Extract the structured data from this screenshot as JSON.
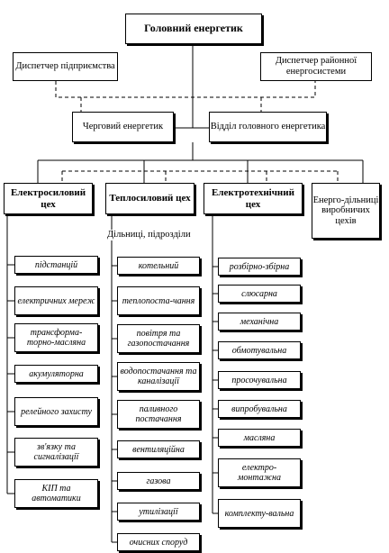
{
  "chief": "Головний енергетик",
  "dispatcher_enterprise": "Диспетчер підприємства",
  "dispatcher_grid": "Диспетчер районної енергосистеми",
  "duty": "Черговий енергетик",
  "department": "Відділ головного енергетика",
  "divisions_label": "Дільниці, підрозділи",
  "shops": [
    {
      "name": "Електросиловий цех",
      "items": [
        "підстанцій",
        "електричних мереж",
        "трансформа-торно-масляна",
        "акумуляторна",
        "релейного захисту",
        "зв'язку та сигналізації",
        "КІП та автоматики"
      ]
    },
    {
      "name": "Теплосиловий цех",
      "items": [
        "котельний",
        "теплопоста-чання",
        "повітря та газопостачання",
        "водопостачання та каналізації",
        "паливного постачання",
        "вентиляційна",
        "газова",
        "утилізації",
        "очисних споруд"
      ]
    },
    {
      "name": "Електротехнічний цех",
      "items": [
        "розбірно-збірна",
        "слюсарна",
        "механічна",
        "обмотувальна",
        "просочувальна",
        "випробувальна",
        "масляна",
        "електро-монтажна",
        "комплекту-вальна"
      ]
    },
    {
      "name": "Енерго-дільниці виробничих цехів",
      "items": []
    }
  ]
}
